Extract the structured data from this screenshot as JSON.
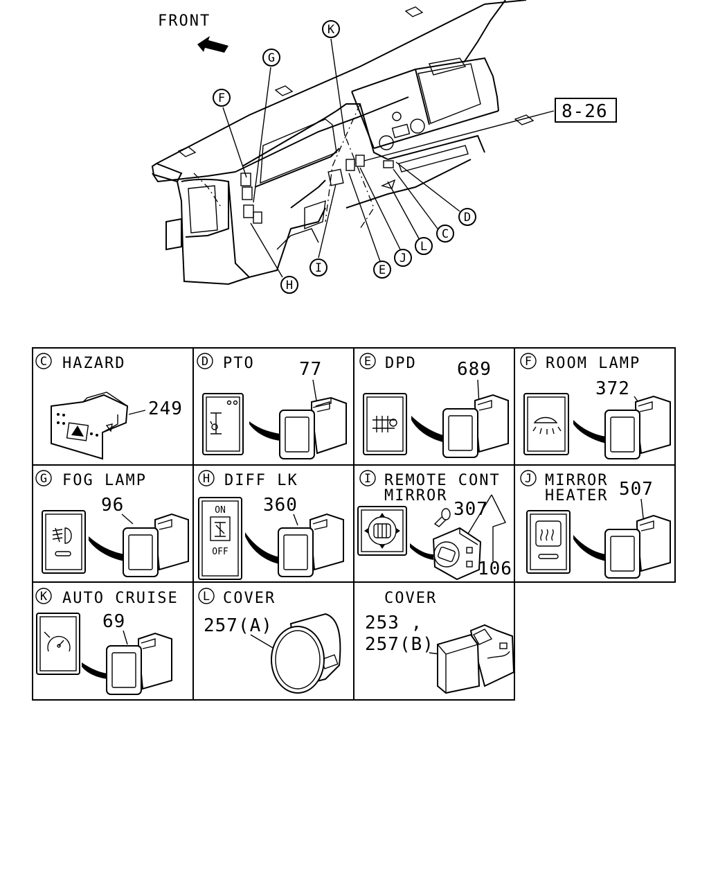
{
  "overview": {
    "front_label": "FRONT",
    "ref_page": "8-26",
    "callouts": [
      {
        "letter": "K"
      },
      {
        "letter": "G"
      },
      {
        "letter": "F"
      },
      {
        "letter": "D"
      },
      {
        "letter": "C"
      },
      {
        "letter": "L"
      },
      {
        "letter": "J"
      },
      {
        "letter": "E"
      },
      {
        "letter": "I"
      },
      {
        "letter": "H"
      }
    ]
  },
  "cells": [
    {
      "key": "C",
      "title": "HAZARD",
      "parts": [
        "249"
      ]
    },
    {
      "key": "D",
      "title": "PTO",
      "parts": [
        "77"
      ]
    },
    {
      "key": "E",
      "title": "DPD",
      "parts": [
        "689"
      ]
    },
    {
      "key": "F",
      "title": "ROOM LAMP",
      "parts": [
        "372"
      ]
    },
    {
      "key": "G",
      "title": "FOG LAMP",
      "parts": [
        "96"
      ]
    },
    {
      "key": "H",
      "title": "DIFF LK",
      "parts": [
        "360"
      ],
      "switch_text": [
        "ON",
        "OFF"
      ]
    },
    {
      "key": "I",
      "title": "REMOTE CONT",
      "title2": "MIRROR",
      "parts": [
        "307",
        "106"
      ]
    },
    {
      "key": "J",
      "title": "MIRROR",
      "title2": "HEATER",
      "parts": [
        "507"
      ]
    },
    {
      "key": "K",
      "title": "AUTO CRUISE",
      "parts": [
        "69"
      ]
    },
    {
      "key": "L",
      "title": "COVER",
      "parts": [
        "257(A)"
      ]
    },
    {
      "key": "",
      "title": "COVER",
      "parts": [
        "253 ,",
        "257(B)"
      ]
    }
  ]
}
